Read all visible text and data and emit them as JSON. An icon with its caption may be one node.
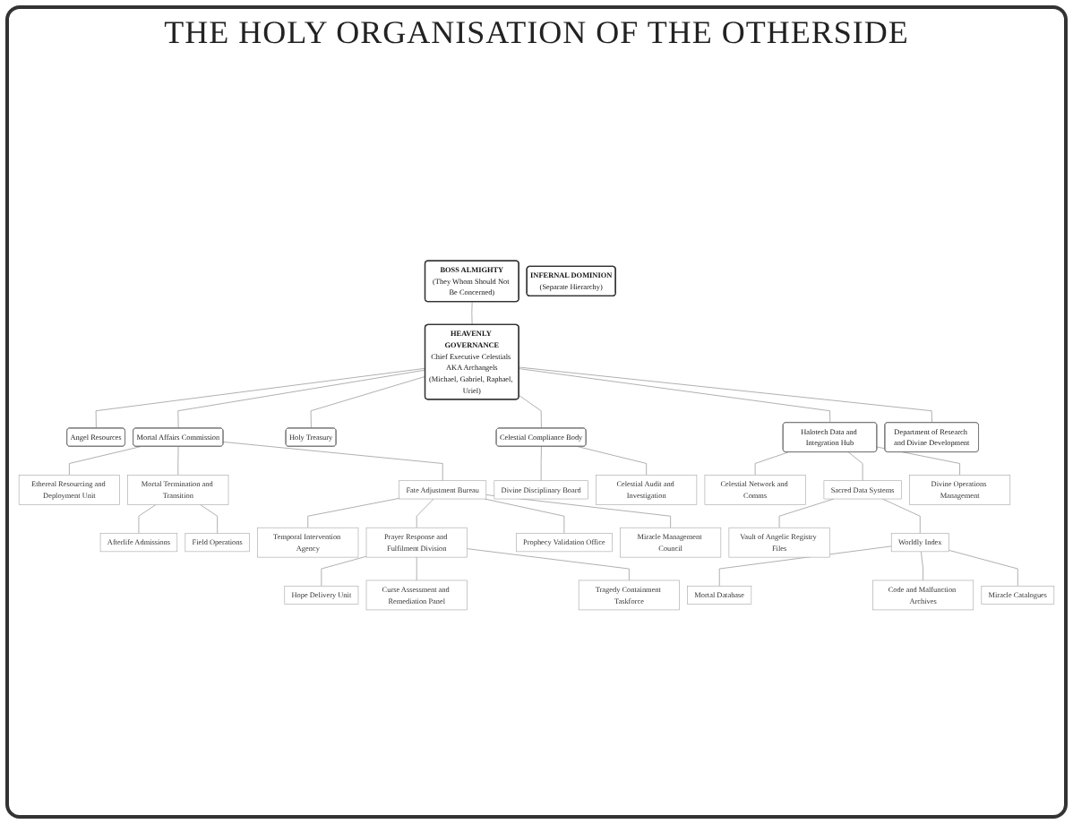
{
  "diagram": {
    "title": "THE HOLY ORGANISATION OF THE OTHERSIDE",
    "nodes": [
      {
        "text": [
          "BOSS ALMIGHTY",
          "(They Whom Should Not Be Concerned)"
        ]
      },
      {
        "text": [
          "HEAVENLY GOVERNANCE",
          "Chief Executive Celestials AKA Archangels",
          "(Michael, Gabriel, Raphael, Uriel)"
        ]
      },
      {
        "text": [
          "Angel Resources"
        ]
      },
      {
        "text": [
          "Mortal Affairs Commission"
        ]
      },
      {
        "text": [
          "Holy Treasury"
        ]
      },
      {
        "text": [
          "Celestial Compliance Body"
        ]
      },
      {
        "text": [
          "Halotech Data and Integration Hub"
        ]
      },
      {
        "text": [
          "Department of Research and Divine Development"
        ]
      },
      {
        "text": [
          "Divine Disciplinary Board"
        ]
      },
      {
        "text": [
          "Celestial Audit and Investigation"
        ]
      },
      {
        "text": [
          "Ethereal Resourcing and Deployment Unit"
        ]
      },
      {
        "text": [
          "Mortal Termination and Transition"
        ]
      },
      {
        "text": [
          "Fate Adjustment Bureau"
        ]
      },
      {
        "text": [
          "Celestial Network and Comms"
        ]
      },
      {
        "text": [
          "Sacred Data Systems"
        ]
      },
      {
        "text": [
          "Divine Operations Management"
        ]
      },
      {
        "text": [
          "Afterlife Admissions"
        ]
      },
      {
        "text": [
          "Field Operations"
        ]
      },
      {
        "text": [
          "Vault of Angelic Registry Files"
        ]
      },
      {
        "text": [
          "Worldly Index"
        ]
      },
      {
        "text": [
          "Temporal Intervention Agency"
        ]
      },
      {
        "text": [
          "Prayer Response and Fulfilment Division"
        ]
      },
      {
        "text": [
          "Prophecy Validation Office"
        ]
      },
      {
        "text": [
          "Miracle Management Council"
        ]
      },
      {
        "text": [
          "Hope Delivery Unit"
        ]
      },
      {
        "text": [
          "Curse Assessment and Remediation Panel"
        ]
      },
      {
        "text": [
          "Tragedy Containment Taskforce"
        ]
      },
      {
        "text": [
          "Mortal Database"
        ]
      },
      {
        "text": [
          "Code and Malfunction Archives"
        ]
      },
      {
        "text": [
          "Miracle Catalogues"
        ]
      },
      {
        "text": [
          "INFERNAL DOMINION",
          "(Separate Hierarchy)"
        ]
      }
    ],
    "edges": [
      {
        "from": 0,
        "to": 1,
        "arrow": "none"
      },
      {
        "from": 1,
        "to": 2,
        "arrow": "none"
      },
      {
        "from": 1,
        "to": 3,
        "arrow": "none"
      },
      {
        "from": 1,
        "to": 4,
        "arrow": "none"
      },
      {
        "from": 1,
        "to": 5,
        "arrow": "none"
      },
      {
        "from": 1,
        "to": 6,
        "arrow": "none"
      },
      {
        "from": 1,
        "to": 7,
        "arrow": "none"
      },
      {
        "from": 5,
        "to": 8,
        "arrow": "none"
      },
      {
        "from": 5,
        "to": 9,
        "arrow": "none"
      },
      {
        "from": 3,
        "to": 10,
        "arrow": "none"
      },
      {
        "from": 3,
        "to": 11,
        "arrow": "none"
      },
      {
        "from": 3,
        "to": 12,
        "arrow": "none"
      },
      {
        "from": 6,
        "to": 13,
        "arrow": "none"
      },
      {
        "from": 6,
        "to": 14,
        "arrow": "none"
      },
      {
        "from": 6,
        "to": 15,
        "arrow": "none"
      },
      {
        "from": 11,
        "to": 16,
        "arrow": "none"
      },
      {
        "from": 11,
        "to": 17,
        "arrow": "none"
      },
      {
        "from": 14,
        "to": 18,
        "arrow": "none"
      },
      {
        "from": 14,
        "to": 19,
        "arrow": "none"
      },
      {
        "from": 12,
        "to": 20,
        "arrow": "none"
      },
      {
        "from": 12,
        "to": 21,
        "arrow": "none"
      },
      {
        "from": 12,
        "to": 22,
        "arrow": "none"
      },
      {
        "from": 12,
        "to": 23,
        "arrow": "none"
      },
      {
        "from": 21,
        "to": 24,
        "arrow": "none"
      },
      {
        "from": 21,
        "to": 25,
        "arrow": "none"
      },
      {
        "from": 21,
        "to": 26,
        "arrow": "none"
      },
      {
        "from": 19,
        "to": 27,
        "arrow": "none"
      },
      {
        "from": 19,
        "to": 28,
        "arrow": "none"
      },
      {
        "from": 19,
        "to": 29,
        "arrow": "none"
      }
    ]
  }
}
